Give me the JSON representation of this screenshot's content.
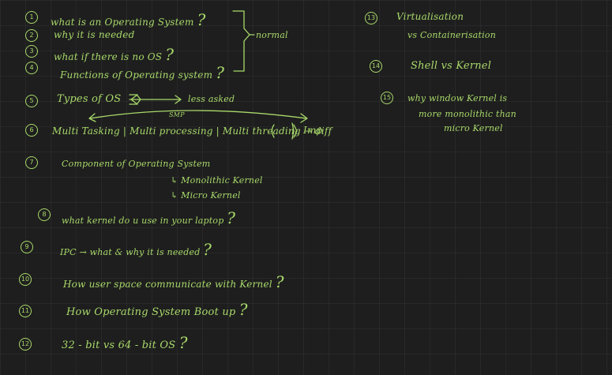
{
  "ink_color": "#a8d96a",
  "background_color": "#1e1e1e",
  "notes": {
    "n1": {
      "num": "1",
      "text": "what is an Operating System",
      "q": "?"
    },
    "n2": {
      "num": "2",
      "text": "why it is needed"
    },
    "n3": {
      "num": "3",
      "text": "what if there is no OS",
      "q": "?"
    },
    "n4": {
      "num": "4",
      "text": "Functions of Operating system",
      "q": "?"
    },
    "brace_label": "normal",
    "n5": {
      "num": "5",
      "text": "Types of OS",
      "tag": "less asked",
      "smp": "SMP"
    },
    "n6": {
      "num": "6",
      "text": "Multi Tasking | Multi processing | Multi threading → diff",
      "tag": "Imp"
    },
    "n7": {
      "num": "7",
      "text": "Component of Operating System",
      "sub1": "↳ Monolithic Kernel",
      "sub2": "↳ Micro Kernel"
    },
    "n8": {
      "num": "8",
      "text": "what kernel do u use in your laptop",
      "q": "?"
    },
    "n9": {
      "num": "9",
      "text": "IPC → what & why it is needed",
      "q": "?"
    },
    "n10": {
      "num": "10",
      "text": "How user space communicate with Kernel",
      "q": "?"
    },
    "n11": {
      "num": "11",
      "text": "How Operating System Boot up",
      "q": "?"
    },
    "n12": {
      "num": "12",
      "text": "32 - bit vs 64 - bit OS",
      "q": "?"
    },
    "n13": {
      "num": "13",
      "text": "Virtualisation",
      "line2": "vs Containerisation"
    },
    "n14": {
      "num": "14",
      "text": "Shell vs Kernel"
    },
    "n15": {
      "num": "15",
      "text": "why window Kernel is",
      "line2": "more monolithic than",
      "line3": "micro Kernel"
    }
  }
}
